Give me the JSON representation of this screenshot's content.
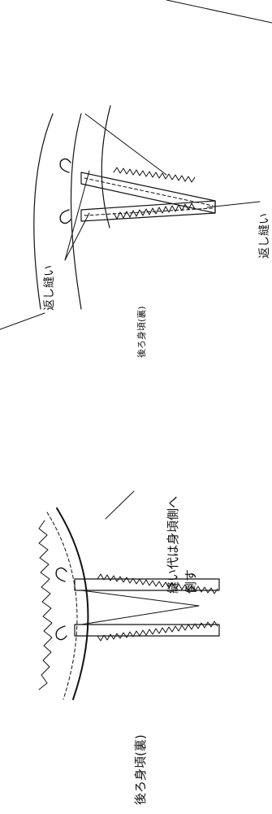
{
  "labels": {
    "back_stitch_top": "返し縫い",
    "back_yoke_inside_top": "後ろ身頃(裏)",
    "back_stitch_right": "返し縫い",
    "seam_allowance_line1": "縫い代は身頃側へ",
    "seam_allowance_line2": "倒す",
    "back_yoke_inside_bottom": "後ろ身頃(裏)"
  },
  "colors": {
    "ink": "#111111",
    "background": "#ffffff"
  }
}
